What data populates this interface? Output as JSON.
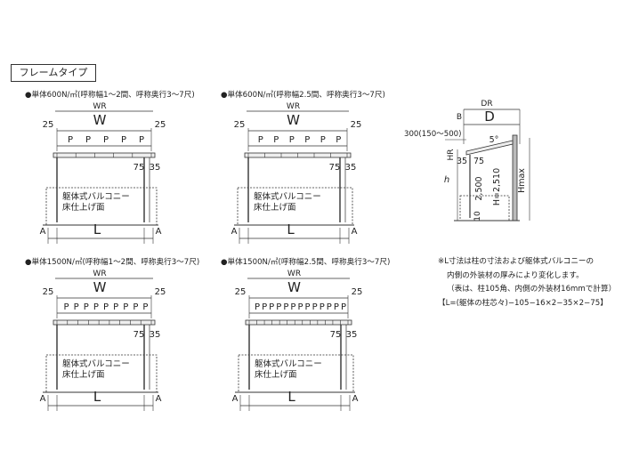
{
  "section_title": "フレームタイプ",
  "variants": [
    {
      "title": "●単体600N/㎡(呼称幅1～2間、呼称奥行3～7尺)",
      "p_count": 5
    },
    {
      "title": "●単体600N/㎡(呼称幅2.5間、呼称奥行3～7尺)",
      "p_count": 6
    },
    {
      "title": "●単体1500N/㎡(呼称幅1～2間、呼称奥行3～7尺)",
      "p_count": 9
    },
    {
      "title": "●単体1500N/㎡(呼称幅2.5間、呼称奥行3～7尺)",
      "p_count": 13
    }
  ],
  "labels": {
    "wr": "WR",
    "w": "W",
    "p": "P",
    "l": "L",
    "a": "A",
    "edge": "25",
    "d75": "75",
    "d35": "35",
    "balcony_line1": "躯体式バルコニー",
    "balcony_line2": "床仕上げ面"
  },
  "side_view": {
    "dr": "DR",
    "d": "D",
    "b": "B",
    "offset": "300(150～500)",
    "angle": "5°",
    "hr": "HR",
    "h": "h",
    "hmax": "Hmax",
    "d75": "75",
    "d35": "35",
    "h_eq": "H=2,510",
    "h_sub": "2,500",
    "ten": "10"
  },
  "notes": [
    "※L寸法は柱の寸法および躯体式バルコニーの",
    "内側の外装材の厚みにより変化します。",
    "（表は、柱105角、内側の外装材16mmで計算）",
    "【L=(躯体の柱芯々)−105−16×2−35×2−75】"
  ]
}
